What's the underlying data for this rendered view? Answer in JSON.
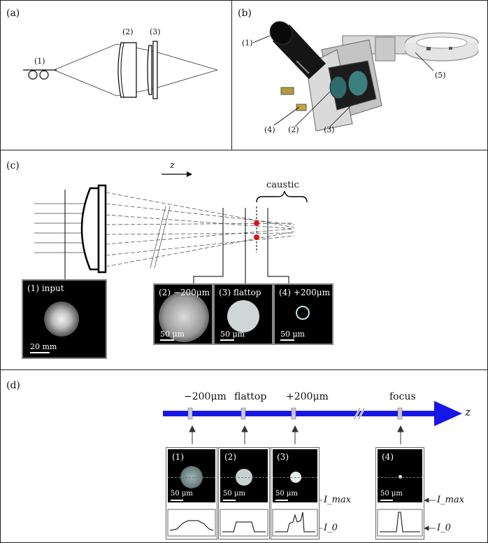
{
  "panels": {
    "a": {
      "label": "(a)",
      "callout_1": "(1)",
      "callout_2": "(2)",
      "callout_3": "(3)"
    },
    "b": {
      "label": "(b)",
      "callout_1": "(1)",
      "callout_2": "(2)",
      "callout_3": "(3)",
      "callout_4": "(4)",
      "callout_5": "(5)"
    },
    "c": {
      "label": "(c)",
      "axis": "z",
      "caustic": "caustic",
      "tiles": [
        {
          "label": "(1) input",
          "scale": "20 mm"
        },
        {
          "label": "(2) −200μm",
          "scale": "50 μm"
        },
        {
          "label": "(3) flattop",
          "scale": "50 μm"
        },
        {
          "label": "(4) +200μm",
          "scale": "50 μm"
        }
      ]
    },
    "d": {
      "label": "(d)",
      "axis": "z",
      "positions": [
        "−200μm",
        "flattop",
        "+200μm",
        "focus"
      ],
      "tiles": [
        {
          "label": "(1)",
          "scale": "50 μm"
        },
        {
          "label": "(2)",
          "scale": "50 μm"
        },
        {
          "label": "(3)",
          "scale": "50 μm"
        },
        {
          "label": "(4)",
          "scale": "50 μm"
        }
      ],
      "imax": "I_max",
      "i0": "I_0"
    }
  },
  "colors": {
    "axis_blue": "#1616e6",
    "spot_red": "#e01010"
  }
}
